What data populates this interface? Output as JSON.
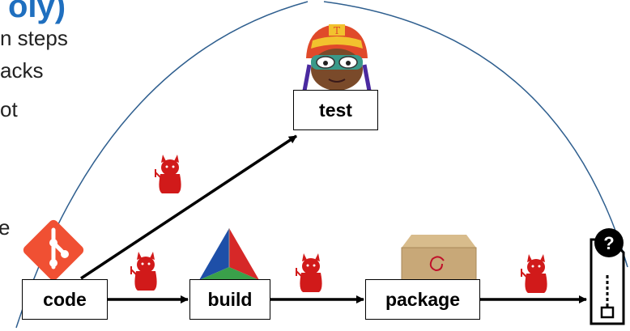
{
  "slide": {
    "title_fragment": "oly)",
    "left_lines": [
      "n steps",
      "acks",
      "ot",
      "e"
    ]
  },
  "diagram": {
    "nodes": {
      "test": "test",
      "code": "code",
      "build": "build",
      "package": "package"
    },
    "icons": {
      "test": "tester-avatar-icon",
      "code": "git-icon",
      "build": "cmake-icon",
      "package": "debian-package-icon",
      "output": "unknown-archive-icon",
      "attackers": "red-devil-icon"
    },
    "colors": {
      "title": "#1f6fbf",
      "arc": "#2f5f8f",
      "devil": "#d11a1a",
      "git": "#f05033"
    }
  }
}
